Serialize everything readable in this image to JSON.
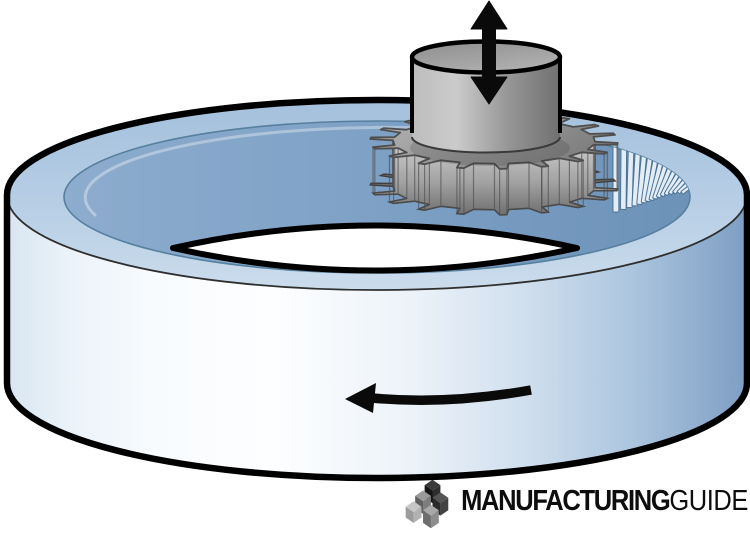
{
  "logo": {
    "brand_bold": "MANUFACTURING",
    "brand_light": "GUIDE"
  },
  "icons": {
    "reciprocation_arrow": "vertical double-headed arrow",
    "rotation_arrow": "left-pointing curved arrow",
    "logo_cubes": "isometric cube cluster"
  },
  "colors": {
    "page_bg": "#ffffff",
    "outline": "#000000",
    "ring_top_face": "#b7cee5",
    "ring_inner_wall": "#7fa2c6",
    "ring_front_light": "#fbfdfe",
    "ring_front_dark": "#7d9ec3",
    "cut_teeth_face": "#e3edf6",
    "cut_teeth_edge": "#4f7396",
    "cutter_gray": "#9a9a9a",
    "cutter_dark": "#6e6e6e",
    "arrow_black": "#0a0a0a",
    "logo_text": "#0d0d0d"
  }
}
